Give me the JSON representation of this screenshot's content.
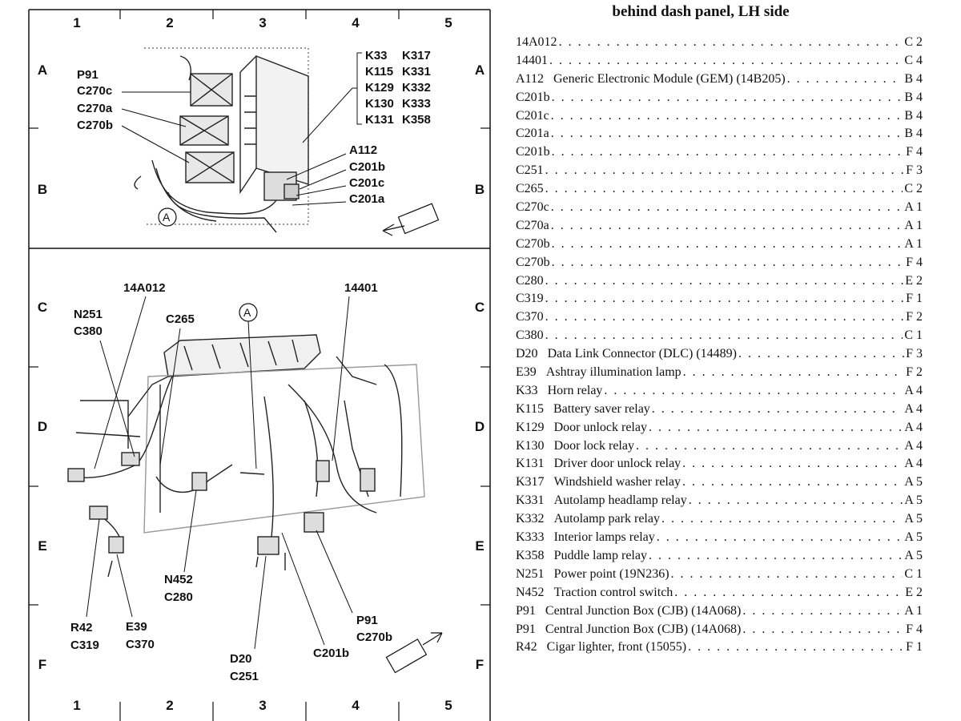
{
  "legend": {
    "title": "behind dash panel, LH side",
    "entries": [
      {
        "code": "14A012",
        "desc": "",
        "loc": "C 2"
      },
      {
        "code": "14401",
        "desc": "",
        "loc": "C 4"
      },
      {
        "code": "A112",
        "desc": "Generic Electronic Module (GEM) (14B205)",
        "loc": "B 4"
      },
      {
        "code": "C201b",
        "desc": "",
        "loc": "B 4"
      },
      {
        "code": "C201c",
        "desc": "",
        "loc": "B 4"
      },
      {
        "code": "C201a",
        "desc": "",
        "loc": "B 4"
      },
      {
        "code": "C201b",
        "desc": "",
        "loc": "F 4"
      },
      {
        "code": "C251",
        "desc": "",
        "loc": "F 3"
      },
      {
        "code": "C265",
        "desc": "",
        "loc": "C 2"
      },
      {
        "code": "C270c",
        "desc": "",
        "loc": "A 1"
      },
      {
        "code": "C270a",
        "desc": "",
        "loc": "A 1"
      },
      {
        "code": "C270b",
        "desc": "",
        "loc": "A 1"
      },
      {
        "code": "C270b",
        "desc": "",
        "loc": "F 4"
      },
      {
        "code": "C280",
        "desc": "",
        "loc": "E 2"
      },
      {
        "code": "C319",
        "desc": "",
        "loc": "F 1"
      },
      {
        "code": "C370",
        "desc": "",
        "loc": "F 2"
      },
      {
        "code": "C380",
        "desc": "",
        "loc": "C 1"
      },
      {
        "code": "D20",
        "desc": "Data Link Connector (DLC) (14489)",
        "loc": "F 3"
      },
      {
        "code": "E39",
        "desc": "Ashtray illumination lamp",
        "loc": "F 2"
      },
      {
        "code": "K33",
        "desc": "Horn relay",
        "loc": "A 4"
      },
      {
        "code": "K115",
        "desc": "Battery saver relay",
        "loc": "A 4"
      },
      {
        "code": "K129",
        "desc": "Door unlock relay",
        "loc": "A 4"
      },
      {
        "code": "K130",
        "desc": "Door lock relay",
        "loc": "A 4"
      },
      {
        "code": "K131",
        "desc": "Driver door unlock relay",
        "loc": "A 4"
      },
      {
        "code": "K317",
        "desc": "Windshield washer relay",
        "loc": "A 5"
      },
      {
        "code": "K331",
        "desc": "Autolamp headlamp relay",
        "loc": "A 5"
      },
      {
        "code": "K332",
        "desc": "Autolamp park relay",
        "loc": "A 5"
      },
      {
        "code": "K333",
        "desc": "Interior lamps relay",
        "loc": "A 5"
      },
      {
        "code": "K358",
        "desc": "Puddle lamp relay",
        "loc": "A 5"
      },
      {
        "code": "N251",
        "desc": "Power point (19N236)",
        "loc": "C 1"
      },
      {
        "code": "N452",
        "desc": "Traction control switch",
        "loc": "E 2"
      },
      {
        "code": "P91",
        "desc": "Central Junction Box (CJB) (14A068)",
        "loc": "A 1"
      },
      {
        "code": "P91",
        "desc": "Central Junction Box (CJB) (14A068)",
        "loc": "F 4"
      },
      {
        "code": "R42",
        "desc": "Cigar lighter, front (15055)",
        "loc": "F 1"
      }
    ]
  },
  "grid": {
    "columns": [
      "1",
      "2",
      "3",
      "4",
      "5"
    ],
    "rows": [
      "A",
      "B",
      "C",
      "D",
      "E",
      "F"
    ]
  },
  "callouts": {
    "top_left": [
      "P91",
      "C270c",
      "C270a",
      "C270b"
    ],
    "relay_col1": [
      "K33",
      "K115",
      "K129",
      "K130",
      "K131"
    ],
    "relay_col2": [
      "K317",
      "K331",
      "K332",
      "K333",
      "K358"
    ],
    "gem_group": [
      "A112",
      "C201b",
      "C201c",
      "C201a"
    ],
    "view_marker": "A",
    "n251_c380": [
      "N251",
      "C380"
    ],
    "c14a012": "14A012",
    "c265": "C265",
    "c14401": "14401",
    "n452_c280": [
      "N452",
      "C280"
    ],
    "r42_c319": [
      "R42",
      "C319"
    ],
    "e39_c370": [
      "E39",
      "C370"
    ],
    "d20_c251": [
      "D20",
      "C251"
    ],
    "c201b_bottom": "C201b",
    "p91_c270b": [
      "P91",
      "C270b"
    ]
  }
}
